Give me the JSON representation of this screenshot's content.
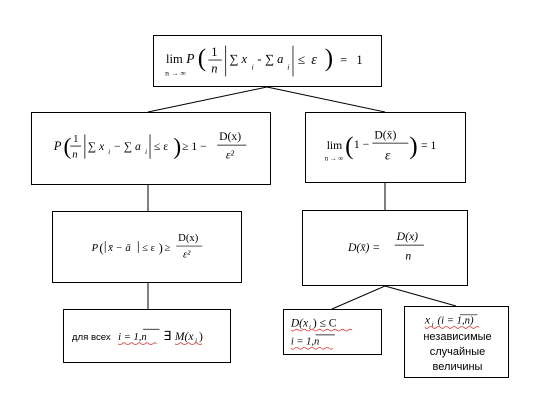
{
  "nodes": {
    "root": {
      "formula_label": "LLN statement",
      "lim": "lim",
      "sub": "n → ∞",
      "P": "P",
      "one": "1",
      "n": "n",
      "sum1": "∑ x",
      "i": "i",
      "sum2": "∑ a",
      "le": "≤",
      "eps": "ε",
      "eq": "=",
      "rhs": "1"
    },
    "chebyshev": {
      "P": "P",
      "one": "1",
      "n": "n",
      "body": "∑ x",
      "i": "i",
      "body2": "∑ a",
      "le": "≤ ε",
      "ge": "≥ 1 −",
      "Dx": "D(x)",
      "den": "ε²"
    },
    "limit": {
      "lim": "lim",
      "sub": "n → ∞",
      "pre": "1 −",
      "num": "D(x̄)",
      "den": "ε",
      "eq": "= 1"
    },
    "mean_ineq": {
      "P": "P",
      "body": "x̄ − ā",
      "le": "≤ ε",
      "ge": "≥",
      "num": "D(x)",
      "den": "ε²"
    },
    "variance": {
      "lhs": "D(x̄) =",
      "num": "D(x)",
      "den": "n"
    },
    "exists": {
      "text_prefix": "для всех",
      "i_expr": "i = 1,n",
      "exists": "∃",
      "M": "M(x",
      "M_sub": "i",
      "M_close": ")"
    },
    "bounded": {
      "line1": "D(x",
      "sub": "i",
      "line1b": ") ≤ C",
      "line2": "i = 1,n"
    },
    "independent": {
      "head": "x",
      "head_sub": "i",
      "head_paren": "(i = 1,n)",
      "line2": "независимые",
      "line3": "случайные",
      "line4": "величины"
    }
  }
}
